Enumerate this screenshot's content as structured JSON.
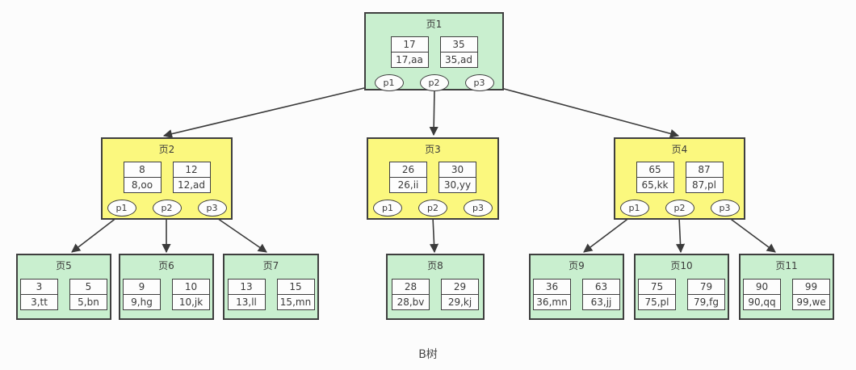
{
  "caption": "B树",
  "colors": {
    "leaf_fill": "#c9efcf",
    "internal_fill": "#fbf87e",
    "border": "#3f3f3f",
    "cell_fill": "#fdfdfd",
    "background": "#fcfcfc",
    "text": "#3a3a3a",
    "arrow": "#3b3b3b"
  },
  "nodes": [
    {
      "id": "page1",
      "title": "页1",
      "level": "root",
      "cells": [
        {
          "key": "17",
          "value": "17,aa"
        },
        {
          "key": "35",
          "value": "35,ad"
        }
      ],
      "pointers": [
        "p1",
        "p2",
        "p3"
      ]
    },
    {
      "id": "page2",
      "title": "页2",
      "level": "internal",
      "cells": [
        {
          "key": "8",
          "value": "8,oo"
        },
        {
          "key": "12",
          "value": "12,ad"
        }
      ],
      "pointers": [
        "p1",
        "p2",
        "p3"
      ]
    },
    {
      "id": "page3",
      "title": "页3",
      "level": "internal",
      "cells": [
        {
          "key": "26",
          "value": "26,ii"
        },
        {
          "key": "30",
          "value": "30,yy"
        }
      ],
      "pointers": [
        "p1",
        "p2",
        "p3"
      ]
    },
    {
      "id": "page4",
      "title": "页4",
      "level": "internal",
      "cells": [
        {
          "key": "65",
          "value": "65,kk"
        },
        {
          "key": "87",
          "value": "87,pl"
        }
      ],
      "pointers": [
        "p1",
        "p2",
        "p3"
      ]
    },
    {
      "id": "page5",
      "title": "页5",
      "level": "leaf",
      "cells": [
        {
          "key": "3",
          "value": "3,tt"
        },
        {
          "key": "5",
          "value": "5,bn"
        }
      ],
      "pointers": []
    },
    {
      "id": "page6",
      "title": "页6",
      "level": "leaf",
      "cells": [
        {
          "key": "9",
          "value": "9,hg"
        },
        {
          "key": "10",
          "value": "10,jk"
        }
      ],
      "pointers": []
    },
    {
      "id": "page7",
      "title": "页7",
      "level": "leaf",
      "cells": [
        {
          "key": "13",
          "value": "13,ll"
        },
        {
          "key": "15",
          "value": "15,mn"
        }
      ],
      "pointers": []
    },
    {
      "id": "page8",
      "title": "页8",
      "level": "leaf",
      "cells": [
        {
          "key": "28",
          "value": "28,bv"
        },
        {
          "key": "29",
          "value": "29,kj"
        }
      ],
      "pointers": []
    },
    {
      "id": "page9",
      "title": "页9",
      "level": "leaf",
      "cells": [
        {
          "key": "36",
          "value": "36,mn"
        },
        {
          "key": "63",
          "value": "63,jj"
        }
      ],
      "pointers": []
    },
    {
      "id": "page10",
      "title": "页10",
      "level": "leaf",
      "cells": [
        {
          "key": "75",
          "value": "75,pl"
        },
        {
          "key": "79",
          "value": "79,fg"
        }
      ],
      "pointers": []
    },
    {
      "id": "page11",
      "title": "页11",
      "level": "leaf",
      "cells": [
        {
          "key": "90",
          "value": "90,qq"
        },
        {
          "key": "99",
          "value": "99,we"
        }
      ],
      "pointers": []
    }
  ],
  "edges": [
    {
      "from": "页1.p1",
      "to": "页2"
    },
    {
      "from": "页1.p2",
      "to": "页3"
    },
    {
      "from": "页1.p3",
      "to": "页4"
    },
    {
      "from": "页2.p1",
      "to": "页5"
    },
    {
      "from": "页2.p2",
      "to": "页6"
    },
    {
      "from": "页2.p3",
      "to": "页7"
    },
    {
      "from": "页3.p2",
      "to": "页8"
    },
    {
      "from": "页4.p1",
      "to": "页9"
    },
    {
      "from": "页4.p2",
      "to": "页10"
    },
    {
      "from": "页4.p3",
      "to": "页11"
    }
  ]
}
